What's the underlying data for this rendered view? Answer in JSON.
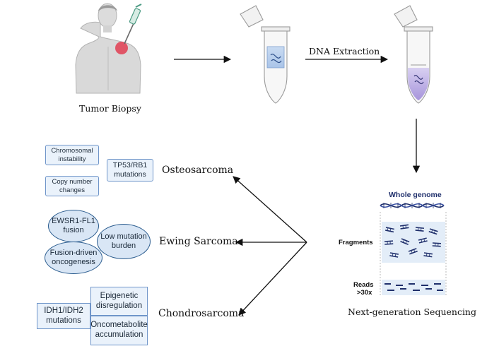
{
  "labels": {
    "tumor_biopsy": "Tumor Biopsy",
    "dna_extraction": "DNA Extraction",
    "ngs": "Next-generation Sequencing",
    "whole_genome": "Whole genome",
    "fragments": "Fragments",
    "reads_line1": "Reads",
    "reads_line2": ">30x"
  },
  "sarcomas": {
    "osteosarcoma": {
      "name": "Osteosarcoma",
      "features": {
        "chromosomal_instability": [
          "Chromosomal",
          "instability"
        ],
        "copy_number_changes": [
          "Copy number",
          "changes"
        ],
        "tp53_rb1": [
          "TP53/RB1",
          "mutations"
        ]
      }
    },
    "ewing": {
      "name": "Ewing Sarcoma",
      "features": {
        "ewsr1_fli1": [
          "EWSR1-FL1",
          "fusion"
        ],
        "low_mutation_burden": [
          "Low mutation",
          "burden"
        ],
        "fusion_driven": [
          "Fusion-driven",
          "oncogenesis"
        ]
      }
    },
    "chondrosarcoma": {
      "name": "Chondrosarcoma",
      "features": {
        "epigenetic": [
          "Epigenetic",
          "disregulation"
        ],
        "idh1_idh2": [
          "IDH1/IDH2",
          "mutations"
        ],
        "oncometabolite": [
          "Oncometabolite",
          "accumulation"
        ]
      }
    }
  },
  "colors": {
    "box_border": "#6f95c9",
    "box_fill": "#eaf2fb",
    "ellipse_border": "#2c5d8f",
    "ellipse_fill": "#d9e6f5",
    "dna_navy": "#1f2f6b",
    "fragment_band": "#e3edf8",
    "tumor": "#e05566",
    "arrow": "#111111"
  }
}
